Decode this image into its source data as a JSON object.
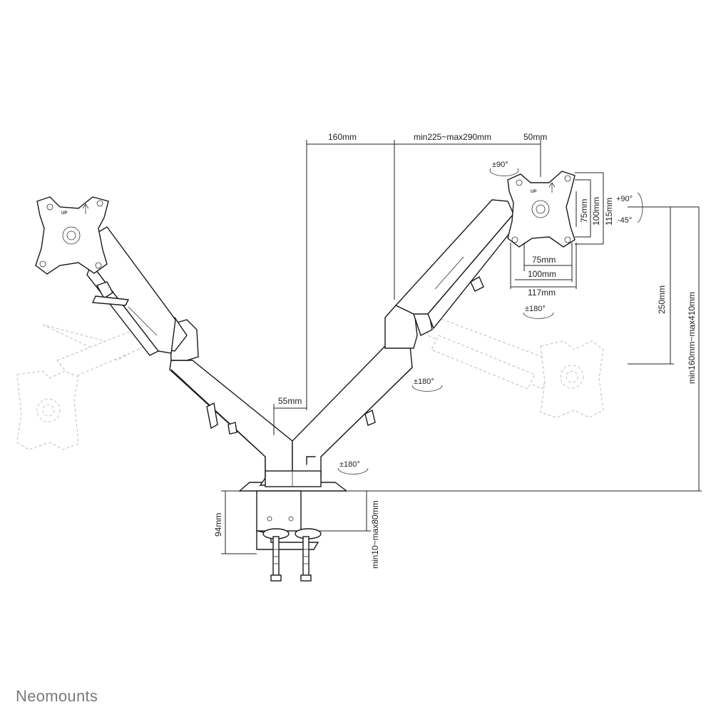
{
  "brand": "Neomounts",
  "dimensions": {
    "d160": "160mm",
    "arm_length": "min225~max290mm",
    "d50": "50mm",
    "d55": "55mm",
    "vesa_h75": "75mm",
    "vesa_h100": "100mm",
    "vesa_h115": "115mm",
    "vesa_w75": "75mm",
    "vesa_w100": "100mm",
    "vesa_w117": "117mm",
    "d250": "250mm",
    "height_range": "min160mm~max410mm",
    "d94": "94mm",
    "desk_range": "min10~max80mm"
  },
  "rotations": {
    "swivel_90": "±90°",
    "tilt_up": "+90°",
    "tilt_down": "-45°",
    "rot_180_a": "±180°",
    "rot_180_b": "±180°",
    "rot_180_c": "±180°"
  },
  "plate_label": "UP"
}
